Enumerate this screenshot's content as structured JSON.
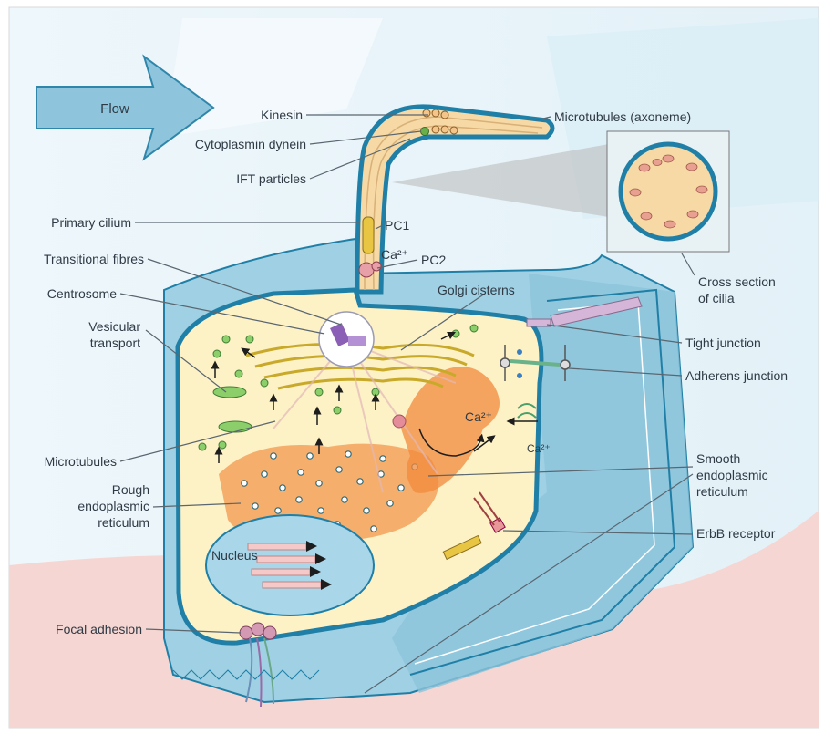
{
  "labels": {
    "flow": "Flow",
    "kinesin": "Kinesin",
    "cytoplasmin_dynein": "Cytoplasmin dynein",
    "ift_particles": "IFT particles",
    "primary_cilium": "Primary cilium",
    "transitional_fibres": "Transitional fibres",
    "centrosome": "Centrosome",
    "vesicular_transport_1": "Vesicular",
    "vesicular_transport_2": "transport",
    "microtubules": "Microtubules",
    "rough_er_1": "Rough",
    "rough_er_2": "endoplasmic",
    "rough_er_3": "reticulum",
    "focal_adhesion": "Focal adhesion",
    "microtubules_axoneme": "Microtubules (axoneme)",
    "pc1": "PC1",
    "ca2_a": "Ca²⁺",
    "pc2": "PC2",
    "golgi_cisterns": "Golgi cisterns",
    "cross_section_1": "Cross section",
    "cross_section_2": "of cilia",
    "tight_junction": "Tight junction",
    "adherens_junction": "Adherens junction",
    "ca2_b": "Ca²⁺",
    "ca2_c": "Ca²⁺",
    "smooth_er_1": "Smooth",
    "smooth_er_2": "endoplasmic",
    "smooth_er_3": "reticulum",
    "erbb_receptor": "ErbB receptor",
    "nucleus": "Nucleus"
  },
  "colors": {
    "cell_blue": "#9fd0e3",
    "membrane": "#1f7fa6",
    "cytoplasm": "#fdf1c6",
    "cilium_fill": "#f6d9a4",
    "rough_er": "#f3a25a",
    "smooth_er": "#f08a3c",
    "nucleus": "#a9d6e8",
    "golgi": "#d9c23a",
    "vesicle": "#8ccf6a",
    "pink_ground": "#f6d6d2"
  }
}
